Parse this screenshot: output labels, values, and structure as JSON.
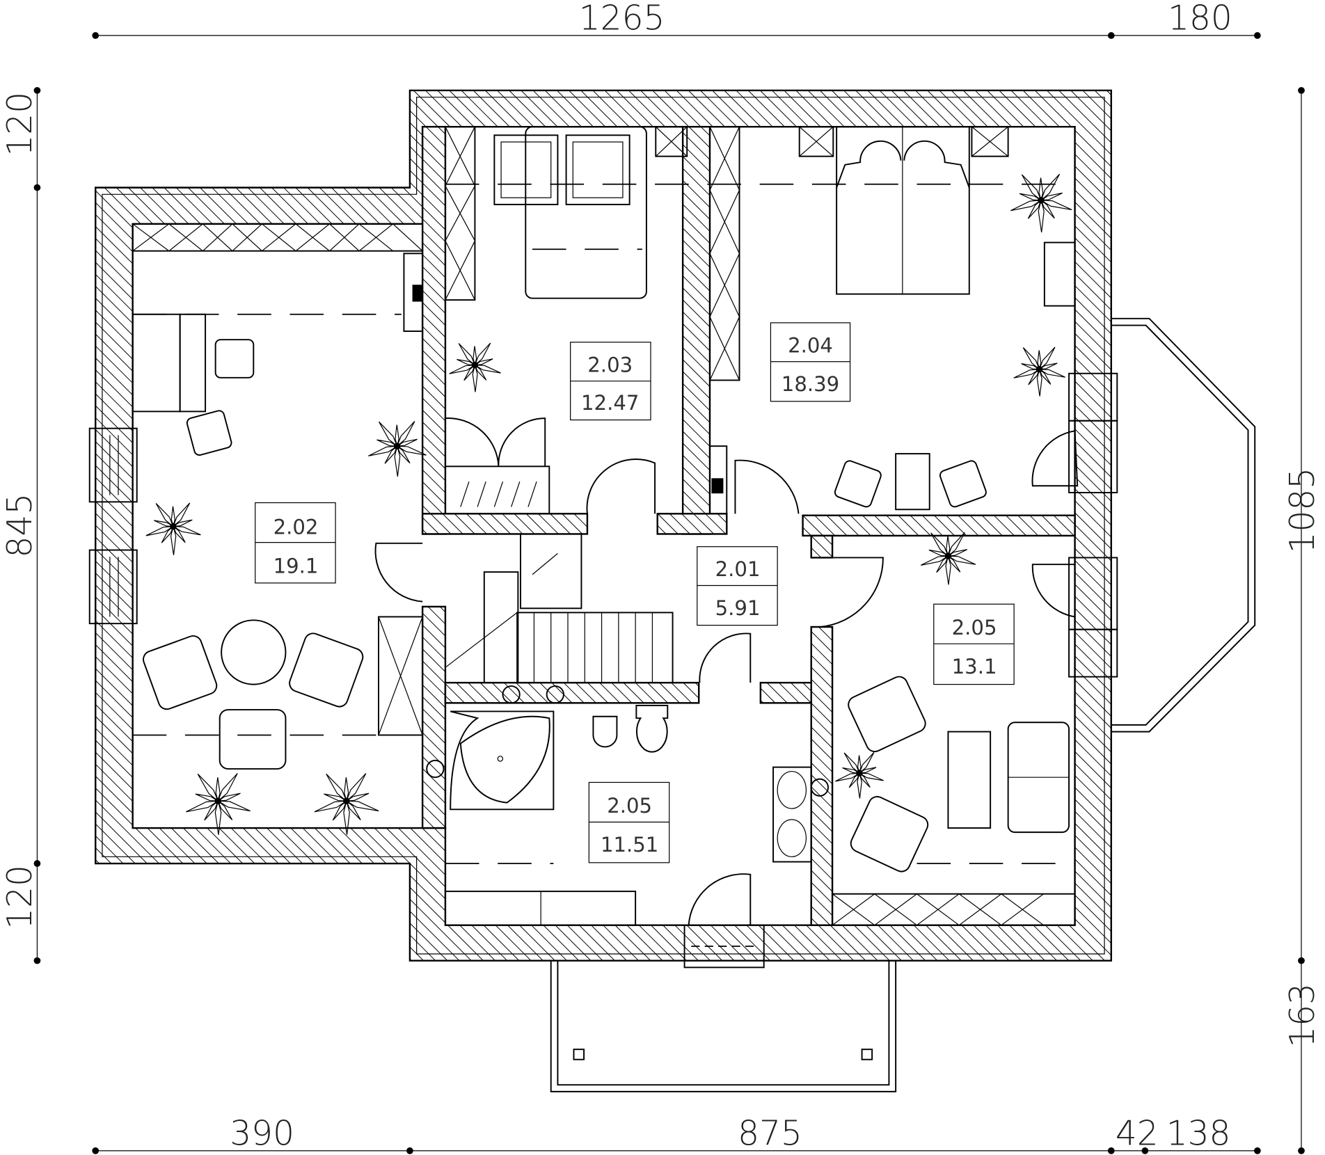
{
  "dimensions": {
    "top": [
      "1265",
      "180"
    ],
    "bottom": [
      "390",
      "875",
      "42",
      "138"
    ],
    "left": [
      "120",
      "845",
      "120"
    ],
    "right": [
      "1085",
      "163"
    ]
  },
  "rooms": [
    {
      "id": "2.01",
      "area": "5.91"
    },
    {
      "id": "2.02",
      "area": "19.1"
    },
    {
      "id": "2.03",
      "area": "12.47"
    },
    {
      "id": "2.04",
      "area": "18.39"
    },
    {
      "id": "2.05",
      "area": "13.1"
    },
    {
      "id": "2.05",
      "area": "11.51"
    }
  ]
}
